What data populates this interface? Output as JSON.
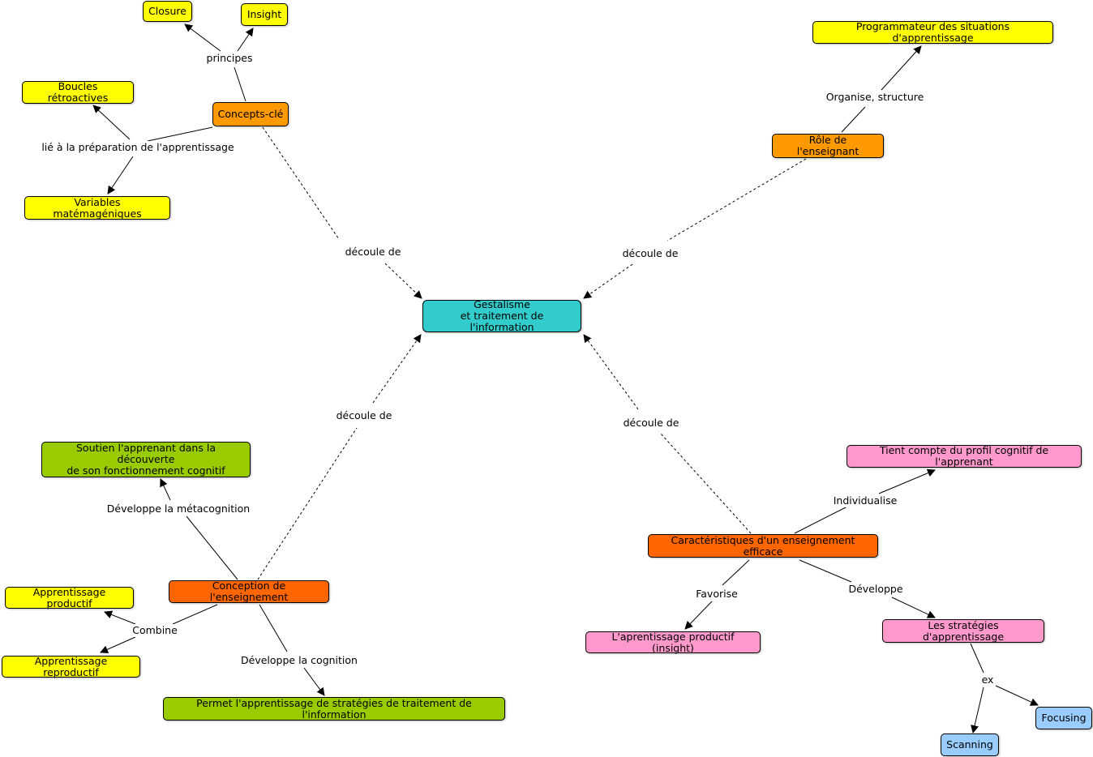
{
  "colors": {
    "central": "#33cccc",
    "orange_light": "#ff9900",
    "orange_dark": "#ff6600",
    "yellow": "#ffff00",
    "green": "#99cc00",
    "pink": "#ff99cc",
    "blue": "#99ccff",
    "edge": "#000000"
  },
  "nodes": {
    "central": "Gestalisme\net traitement de l'information",
    "concepts_cle": "Concepts-clé",
    "closure": "Closure",
    "insight": "Insight",
    "boucles": "Boucles rétroactives",
    "variables": "Variables matémagéniques",
    "role": "Rôle de l'enseignant",
    "programmateur": "Programmateur des situations d'apprentissage",
    "conception": "Conception de l'enseignement",
    "soutien": "Soutien l'apprenant dans la découverte\nde son fonctionnement cognitif",
    "app_productif": "Apprentissage productif",
    "app_reproductif": "Apprentissage reproductif",
    "permet": "Permet l'apprentissage de stratégies de traitement de l'information",
    "caracteristiques": "Caractéristiques d'un enseignement efficace",
    "tient_compte": "Tient compte du profil cognitif de l'apprenant",
    "aprentissage_insight": "L'aprentissage productif (insight)",
    "strategies": "Les stratégies d'apprentissage",
    "focusing": "Focusing",
    "scanning": "Scanning"
  },
  "links": {
    "principes": "principes",
    "lie": "lié à la préparation de l'apprentissage",
    "decoule": "découle de",
    "organise": "Organise, structure",
    "metacognition": "Développe la métacognition",
    "combine": "Combine",
    "cognition": "Développe la cognition",
    "individualise": "Individualise",
    "favorise": "Favorise",
    "developpe": "Développe",
    "ex": "ex"
  }
}
